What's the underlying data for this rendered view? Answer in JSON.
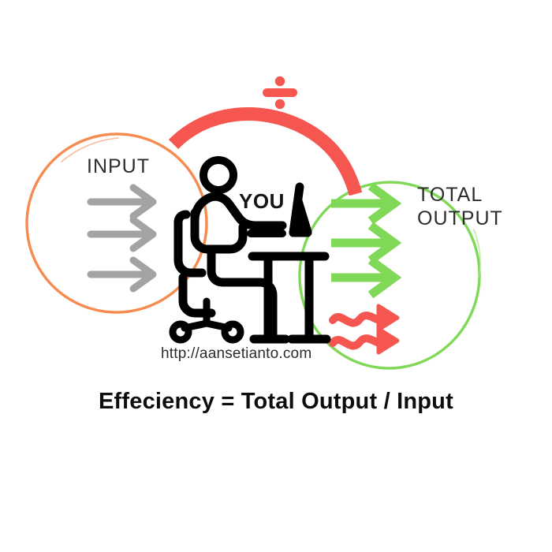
{
  "diagram": {
    "title_formula": "Effeciency = Total Output / Input",
    "site_url": "http://aansetianto.com",
    "operator_symbol": "÷",
    "input_side": {
      "label": "INPUT",
      "circle_color": "#F78A4F",
      "arrow_color": "#A3A3A3",
      "arrow_count": 3
    },
    "output_side": {
      "label": "TOTAL\nOUTPUT",
      "circle_color": "#7FD957",
      "arrow_color": "#7FD957",
      "arrow_count": 3,
      "waste_arrow_color": "#F5564F",
      "waste_arrow_count": 2
    },
    "center": {
      "label": "YOU",
      "figure_color": "#000000"
    },
    "arc": {
      "color": "#F5564F"
    },
    "icons": {
      "person": "person-at-desk-icon",
      "chair": "office-chair-icon",
      "monitor": "monitor-icon",
      "divide": "divide-icon",
      "arrow": "arrow-right-icon",
      "wavy_arrow": "wavy-arrow-right-icon",
      "arc": "red-arc-icon"
    }
  }
}
